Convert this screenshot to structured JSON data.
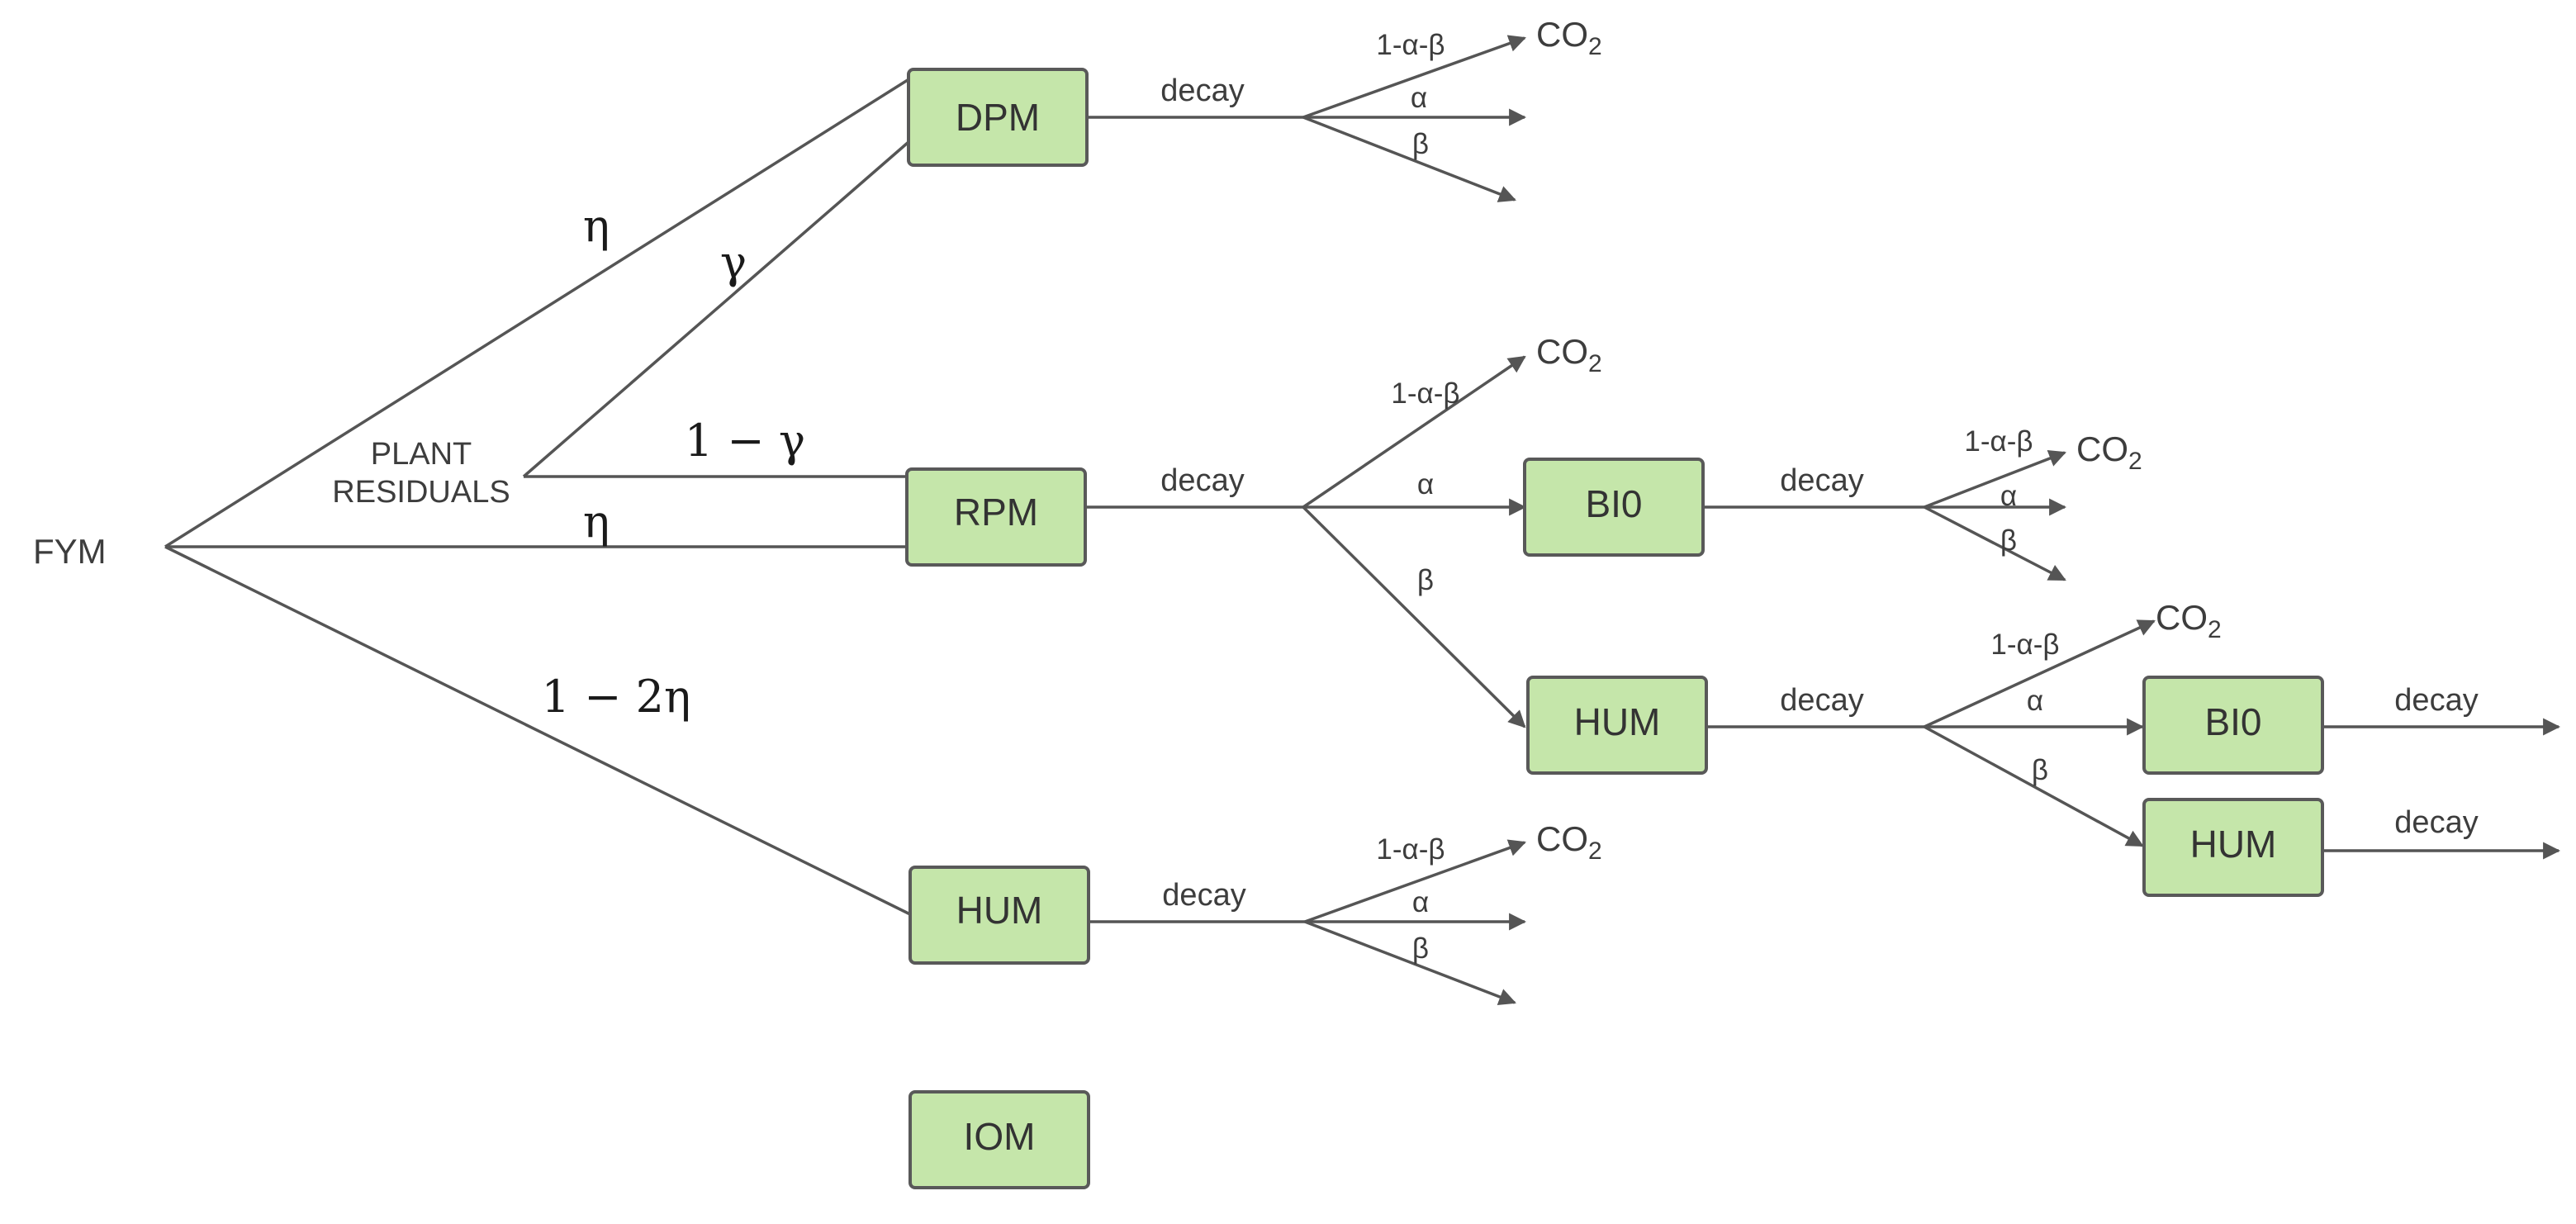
{
  "source": "FYM",
  "plant_residuals": [
    "PLANT",
    "RESIDUALS"
  ],
  "fractions": {
    "eta_dpm": "η",
    "gamma": "γ",
    "one_minus_gamma": "1 − γ",
    "eta_rpm": "η",
    "one_minus_two_eta": "1 − 2η"
  },
  "pools": {
    "dpm": "DPM",
    "rpm": "RPM",
    "hum": "HUM",
    "iom": "IOM",
    "bio": "BI0"
  },
  "decay_label": "decay",
  "split_labels": {
    "co2_fraction": "1-α-β",
    "alpha": "α",
    "beta": "β"
  },
  "co2": {
    "base": "CO",
    "subscript": "2"
  },
  "colors": {
    "box_fill": "#c5e6aa",
    "box_stroke": "#595959",
    "line": "#555555"
  }
}
